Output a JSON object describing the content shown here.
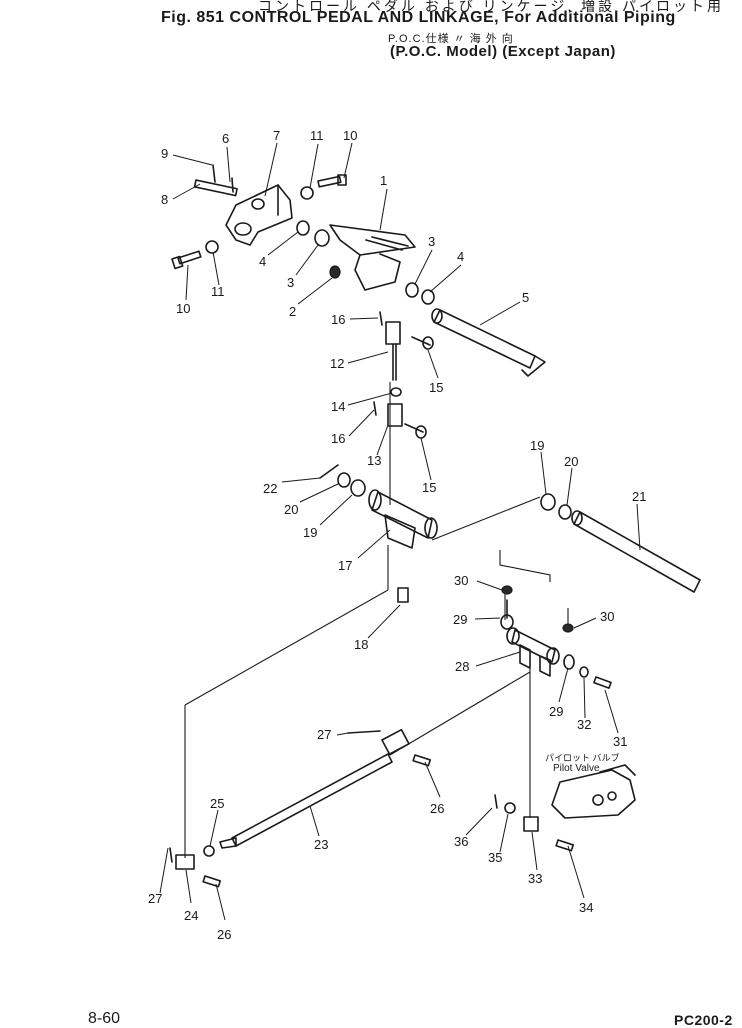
{
  "header": {
    "jp_title": "コントロール ペダル および リンケージ, 増設 パイロット用",
    "fig_title": "Fig. 851   CONTROL PEDAL AND LINKAGE, For Additional Piping",
    "jp_poc": "P.O.C.仕様 〃 海 外 向",
    "poc_title": "(P.O.C. Model) (Except Japan)"
  },
  "callouts": [
    {
      "num": "1"
    },
    {
      "num": "2"
    },
    {
      "num": "3"
    },
    {
      "num": "3"
    },
    {
      "num": "4"
    },
    {
      "num": "4"
    },
    {
      "num": "5"
    },
    {
      "num": "6"
    },
    {
      "num": "7"
    },
    {
      "num": "8"
    },
    {
      "num": "9"
    },
    {
      "num": "10"
    },
    {
      "num": "10"
    },
    {
      "num": "11"
    },
    {
      "num": "11"
    },
    {
      "num": "12"
    },
    {
      "num": "13"
    },
    {
      "num": "14"
    },
    {
      "num": "15"
    },
    {
      "num": "15"
    },
    {
      "num": "16"
    },
    {
      "num": "16"
    },
    {
      "num": "17"
    },
    {
      "num": "18"
    },
    {
      "num": "19"
    },
    {
      "num": "19"
    },
    {
      "num": "20"
    },
    {
      "num": "20"
    },
    {
      "num": "21"
    },
    {
      "num": "22"
    },
    {
      "num": "23"
    },
    {
      "num": "24"
    },
    {
      "num": "25"
    },
    {
      "num": "26"
    },
    {
      "num": "26"
    },
    {
      "num": "27"
    },
    {
      "num": "27"
    },
    {
      "num": "28"
    },
    {
      "num": "29"
    },
    {
      "num": "29"
    },
    {
      "num": "30"
    },
    {
      "num": "30"
    },
    {
      "num": "31"
    },
    {
      "num": "32"
    },
    {
      "num": "33"
    },
    {
      "num": "34"
    },
    {
      "num": "35"
    },
    {
      "num": "36"
    }
  ],
  "pilot_valve": {
    "jp_label": "パイロット バルブ",
    "label": "Pilot Valve"
  },
  "footer": {
    "page": "8-60",
    "model": "PC200-2"
  }
}
